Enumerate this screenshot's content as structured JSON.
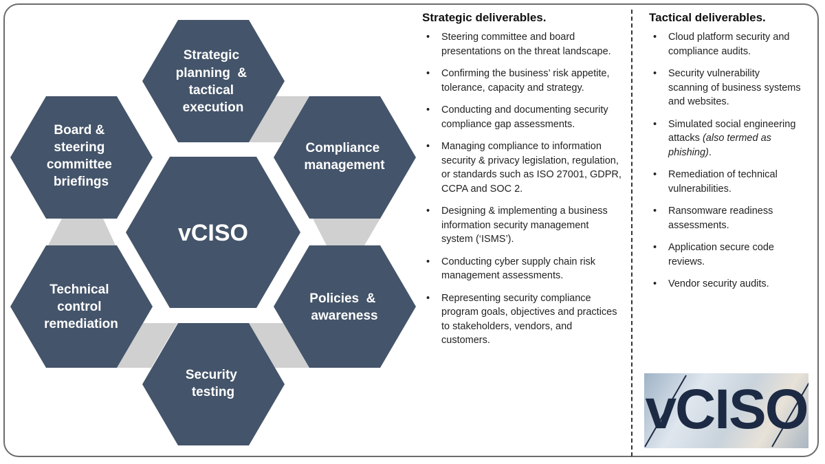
{
  "diagram": {
    "center": "vCISO",
    "nodes": {
      "top": [
        "Strategic",
        "planning  &",
        "tactical",
        "execution"
      ],
      "board": [
        "Board &",
        "steering",
        "committee",
        "briefings"
      ],
      "compliance": [
        "Compliance",
        "management"
      ],
      "technical": [
        "Technical",
        "control",
        "remediation"
      ],
      "policies": [
        "Policies  &",
        "awareness"
      ],
      "testing": [
        "Security",
        "testing"
      ]
    },
    "colors": {
      "hex": "#44546a",
      "connector": "#d0d0d0"
    }
  },
  "strategic": {
    "title": "Strategic deliverables.",
    "items": [
      "Steering committee and board presentations on the threat landscape.",
      "Confirming the business’ risk appetite, tolerance, capacity and strategy.",
      "Conducting and documenting security compliance gap assessments.",
      "Managing compliance to information security & privacy legislation, regulation, or standards such as ISO 27001, GDPR, CCPA and SOC 2.",
      "Designing & implementing a business information security management system (‘ISMS’).",
      "Conducting cyber supply chain risk management assessments.",
      "Representing security compliance program goals, objectives and practices to stakeholders, vendors, and customers."
    ]
  },
  "tactical": {
    "title": "Tactical deliverables.",
    "items": [
      "Cloud platform security and compliance audits.",
      "Security vulnerability scanning of business systems and websites.",
      "Simulated social engineering attacks",
      "Remediation of technical vulnerabilities.",
      "Ransomware readiness assessments.",
      "Application secure code reviews.",
      "Vendor security audits."
    ],
    "item3_italic": "(also termed as phishing)",
    "item3_end": "."
  },
  "banner": {
    "text": "vCISO"
  }
}
